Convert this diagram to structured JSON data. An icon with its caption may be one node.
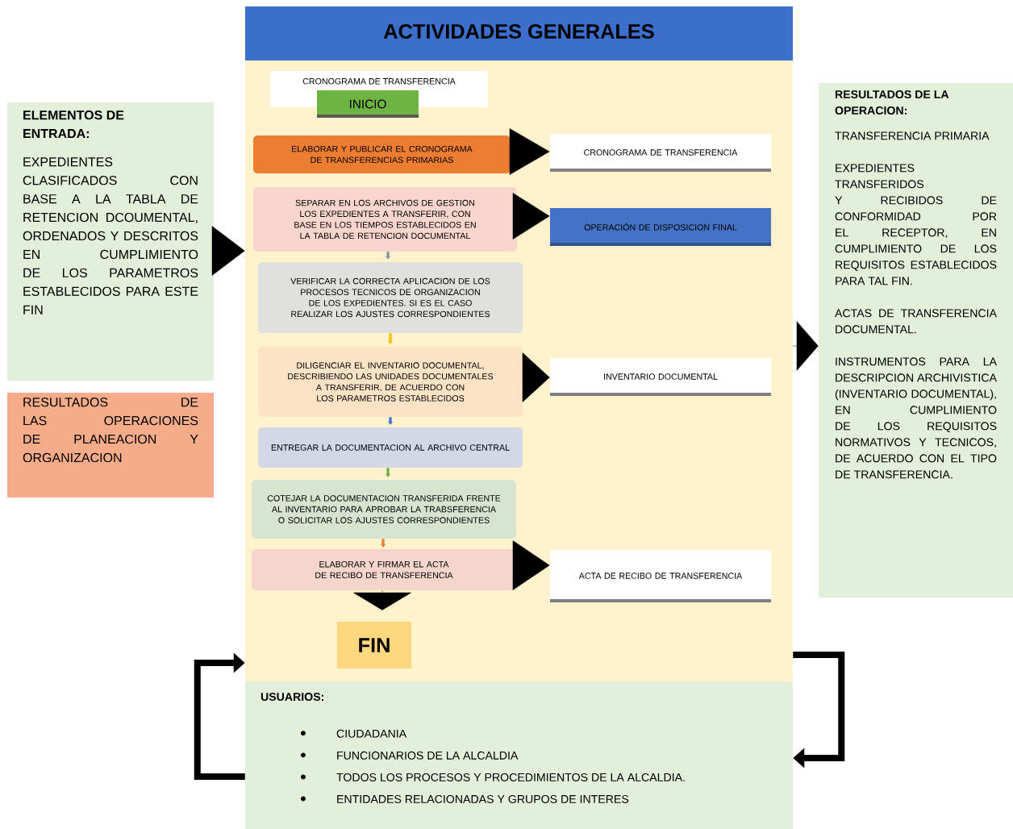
{
  "diagram": {
    "nodes": [
      {
        "text": [
          "ACTIVIDADES GENERALES"
        ]
      },
      {
        "text": [
          "ELEMENTOS DE ENTRADA:",
          "EXPEDIENTES CLASIFICADOS CON BASE A LA TABLA DE RETENCION DCOUMENTAL, ORDENADOS Y DESCRITOS EN CUMPLIMIENTO DE LOS PARAMETROS ESTABLECIDOS PARA ESTE FIN"
        ]
      },
      {
        "text": [
          "RESULTADOS DE LAS OPERACIONES DE PLANEACION Y ORGANIZACION"
        ]
      },
      {
        "text": [
          "CRONOGRAMA DE TRANSFERENCIA"
        ],
        "in": 0
      },
      {
        "text": [
          "INICIO"
        ],
        "in": 0
      },
      {
        "text": [
          "ELABORAR Y PUBLICAR EL CRONOGRAMA DE TRANSFERENCIAS PRIMARIAS"
        ],
        "in": 0
      },
      {
        "text": [
          "SEPARAR EN LOS ARCHIVOS DE GESTION LOS EXPEDIENTES A TRANSFERIR, CON BASE EN LOS TIEMPOS ESTABLECIDOS EN LA TABLA DE RETENCION DOCUMENTAL"
        ],
        "in": 0
      },
      {
        "text": [
          "VERIFICAR LA CORRECTA APLICACION DE LOS PROCESOS TECNICOS DE ORGANIZACION DE LOS EXPEDIENTES. SI ES EL CASO REALIZAR LOS AJUSTES CORRESPONDIENTES"
        ],
        "in": 0
      },
      {
        "text": [
          "DILIGENCIAR EL INVENTARIO DOCUMENTAL, DESCRIBIENDO LAS UNIDADES DOCUMENTALES A TRANSFERIR, DE ACUERDO CON LOS PARAMETROS ESTABLECIDOS"
        ],
        "in": 0
      },
      {
        "text": [
          "ENTREGAR LA DOCUMENTACION AL ARCHIVO CENTRAL"
        ],
        "in": 0
      },
      {
        "text": [
          "COTEJAR LA DOCUMENTACION TRANSFERIDA FRENTE AL INVENTARIO PARA APROBAR LA TRABSFERENCIA O SOLICITAR LOS AJUSTES CORRESPONDIENTES"
        ],
        "in": 0
      },
      {
        "text": [
          "ELABORAR Y FIRMAR EL ACTA DE RECIBO DE TRANSFERENCIA"
        ],
        "in": 0
      },
      {
        "text": [
          "CRONOGRAMA DE TRANSFERENCIA"
        ],
        "in": 0
      },
      {
        "text": [
          "OPERACIÓN DE DISPOSICION FINAL"
        ],
        "in": 0
      },
      {
        "text": [
          "INVENTARIO DOCUMENTAL"
        ],
        "in": 0
      },
      {
        "text": [
          "ACTA DE RECIBO DE TRANSFERENCIA"
        ],
        "in": 0
      },
      {
        "text": [
          "FIN"
        ],
        "in": 0
      },
      {
        "text": [
          "USUARIOS:",
          "CIUDADANIA",
          "FUNCIONARIOS DE LA ALCALDIA",
          "TODOS LOS PROCESOS Y PROCEDIMIENTOS DE LA ALCALDIA.",
          "ENTIDADES RELACIONADAS Y GRUPOS DE INTERES"
        ]
      },
      {
        "text": [
          "RESULTADOS DE LA OPERACION:",
          "TRANSFERENCIA PRIMARIA",
          "EXPEDIENTES TRANSFERIDOS Y RECIBIDOS DE CONFORMIDAD POR EL RECEPTOR, EN CUMPLIMIENTO DE LOS REQUISITOS ESTABLECIDOS PARA TAL FIN.",
          "ACTAS DE TRANSFERENCIA DOCUMENTAL.",
          "INSTRUMENTOS PARA LA DESCRIPCION ARCHIVISTICA (INVENTARIO DOCUMENTAL), EN CUMPLIMIENTO DE LOS REQUISITOS NORMATIVOS Y TECNICOS, DE ACUERDO CON EL TIPO DE TRANSFERENCIA."
        ]
      }
    ],
    "edges": [
      {
        "from": 1,
        "to": 0,
        "arrow": "to"
      },
      {
        "from": 0,
        "to": 18,
        "arrow": "to"
      },
      {
        "from": 5,
        "to": 12,
        "arrow": "to"
      },
      {
        "from": 6,
        "to": 13,
        "arrow": "to"
      },
      {
        "from": 8,
        "to": 14,
        "arrow": "to"
      },
      {
        "from": 11,
        "to": 15,
        "arrow": "to"
      },
      {
        "from": 11,
        "to": 16,
        "arrow": "to"
      },
      {
        "from": 6,
        "to": 7,
        "arrow": "to",
        "color": "#8497b0"
      },
      {
        "from": 7,
        "to": 8,
        "arrow": "to",
        "color": "#ffc000"
      },
      {
        "from": 8,
        "to": 9,
        "arrow": "to",
        "color": "#4472c4"
      },
      {
        "from": 9,
        "to": 10,
        "arrow": "to",
        "color": "#70ad47"
      },
      {
        "from": 10,
        "to": 11,
        "arrow": "to",
        "color": "#ed7d31"
      },
      {
        "from": 17,
        "to": 0,
        "arrow": "to",
        "style": "thick"
      },
      {
        "from": 0,
        "to": 17,
        "arrow": "to",
        "style": "thick"
      }
    ]
  }
}
